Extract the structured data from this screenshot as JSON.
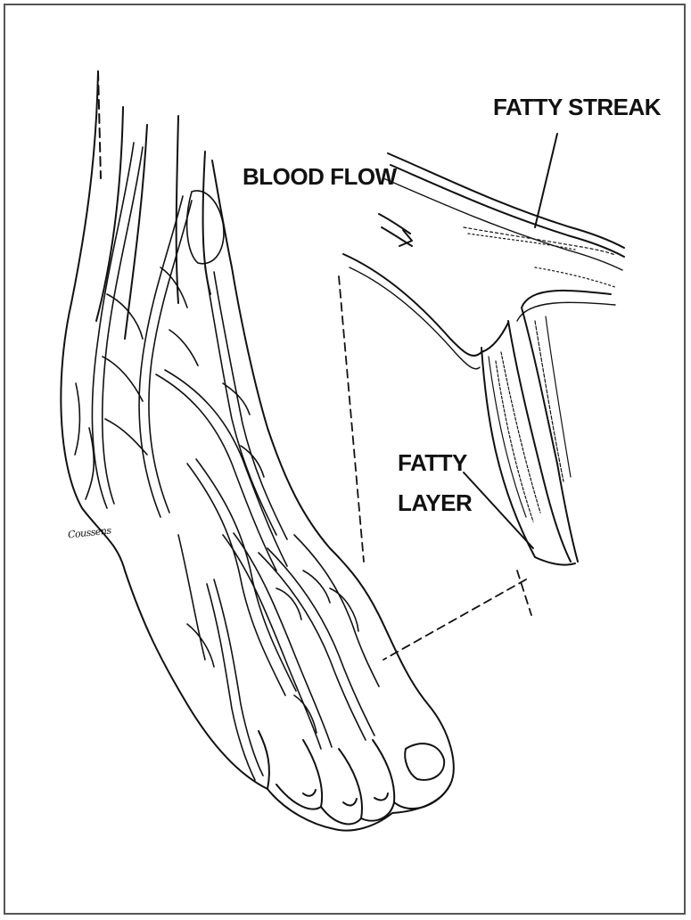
{
  "labels": {
    "fatty_streak": "FATTY STREAK",
    "blood_flow": "BLOOD FLOW",
    "fatty_layer_line1": "FATTY",
    "fatty_layer_line2": "LAYER",
    "signature": "Coussens"
  },
  "colors": {
    "ink": "#111111",
    "frame": "#555555",
    "background": "#ffffff"
  }
}
